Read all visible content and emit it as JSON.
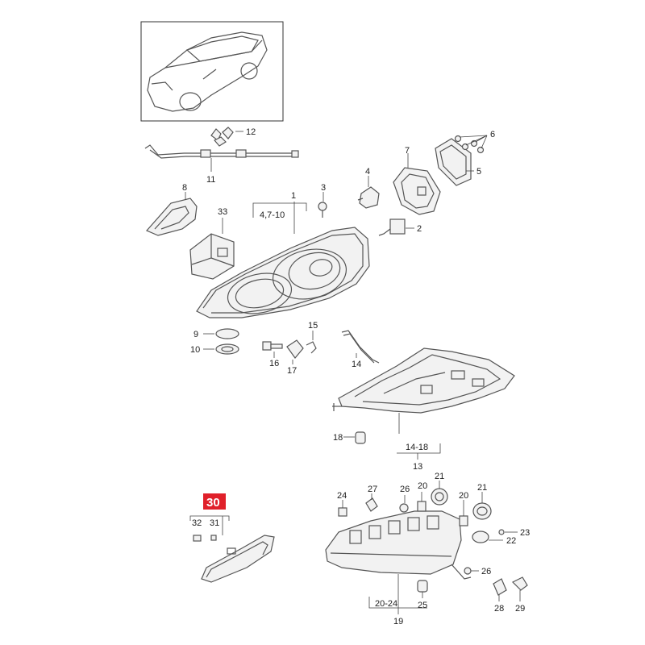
{
  "diagram": {
    "highlight": {
      "label": "30",
      "color": "#e0202a"
    },
    "callouts": {
      "c1": "1",
      "c1_range": "4,7-10",
      "c2": "2",
      "c3": "3",
      "c4": "4",
      "c5": "5",
      "c6": "6",
      "c7": "7",
      "c8": "8",
      "c9": "9",
      "c10": "10",
      "c11": "11",
      "c12": "12",
      "c13": "13",
      "c13_range": "14-18",
      "c14": "14",
      "c15": "15",
      "c16": "16",
      "c17": "17",
      "c18": "18",
      "c19": "19",
      "c19_range": "20-24",
      "c20a": "20",
      "c20b": "20",
      "c21a": "21",
      "c21b": "21",
      "c22": "22",
      "c23": "23",
      "c24": "24",
      "c25": "25",
      "c26a": "26",
      "c26b": "26",
      "c27": "27",
      "c28": "28",
      "c29": "29",
      "c31": "31",
      "c32": "32",
      "c33": "33"
    }
  }
}
